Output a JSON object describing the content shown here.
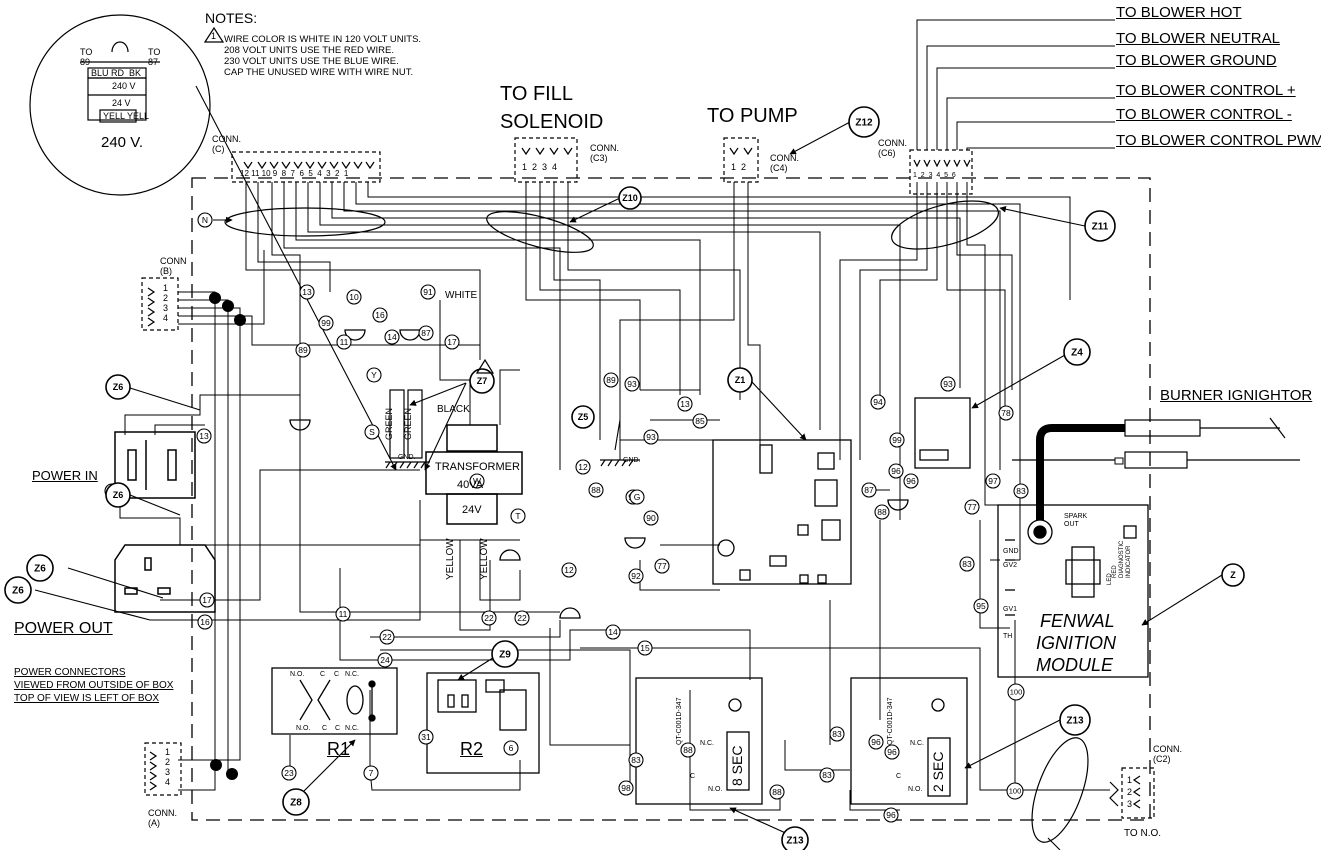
{
  "notes": {
    "heading": "NOTES:",
    "note_number": "1",
    "lines": [
      "WIRE COLOR IS WHITE IN 120 VOLT UNITS.",
      "208 VOLT UNITS USE THE RED WIRE.",
      "230 VOLT UNITS USE THE BLUE WIRE.",
      "CAP THE UNUSED WIRE WITH WIRE NUT."
    ]
  },
  "inset": {
    "label": "240 V.",
    "to_left": "TO",
    "to_left_num": "89",
    "to_right": "TO",
    "to_right_num": "87",
    "taps": "BLU RD  BK",
    "primary": "240 V",
    "secondary": "24 V",
    "yell": "YELL YELL"
  },
  "blower_labels": [
    "TO BLOWER HOT",
    "TO BLOWER NEUTRAL",
    "TO BLOWER GROUND",
    "TO BLOWER CONTROL +",
    "TO BLOWER CONTROL -",
    "TO BLOWER CONTROL PWM"
  ],
  "connectors": {
    "c_label": "CONN.\n(C)",
    "c_pins": "12 11 10 9  8  7  6  5  4  3  2  1",
    "c3_label": "CONN.\n(C3)",
    "c3_pins": "1  2  3  4",
    "c4_label": "CONN.\n(C4)",
    "c4_pins": "1  2",
    "c6_label": "CONN.\n(C6)",
    "c6_pins": "1  2  3  4  5  6",
    "b_label": "CONN\n(B)",
    "a_label": "CONN.\n(A)",
    "c2_label": "CONN.\n(C2)",
    "pins_1_4": [
      "1",
      "2",
      "3",
      "4"
    ],
    "pins_1_3": [
      "1",
      "2",
      "3"
    ]
  },
  "titles": {
    "fill_solenoid_1": "TO FILL",
    "fill_solenoid_2": "SOLENOID",
    "pump": "TO PUMP",
    "burner_ignitor": "BURNER IGNIGHTOR",
    "power_in": "POWER IN",
    "power_out": "POWER OUT",
    "power_connectors": [
      "POWER CONNECTORS",
      "VIEWED FROM OUTSIDE OF BOX",
      "TOP OF VIEW IS LEFT OF BOX"
    ],
    "to_no": "TO N.O."
  },
  "transformer": {
    "title": "TRANSFORMER",
    "rating": "40VA",
    "secondary": "24V",
    "tag": "W"
  },
  "wire_colors": {
    "white": "WHITE",
    "black": "BLACK",
    "green1": "GREEN",
    "green2": "GREEN",
    "yellow1": "YELLOW",
    "yellow2": "YELLOW",
    "gnd": "GND."
  },
  "relays": {
    "r1": "R1",
    "r2": "R2",
    "r1_no_top": "N.O.",
    "r1_c_top": "C",
    "r1_c_top2": "C",
    "r1_nc_top": "N.C.",
    "r1_no_bot": "N.O.",
    "r1_c_bot": "C",
    "r1_c_bot2": "C",
    "r1_nc_bot": "N.C."
  },
  "timers": {
    "t1_display": "8 SEC",
    "t2_display": "2 SEC",
    "nc": "N.C.",
    "no": "N.O.",
    "c": "C",
    "t1_part": "QT-C001D-347",
    "t2_part": "QT-C001D-347"
  },
  "ignition": {
    "title_1": "FENWAL",
    "title_2": "IGNITION",
    "title_3": "MODULE",
    "spark": "SPARK\nOUT",
    "gnd": "GND",
    "gv2": "GV2",
    "gv1": "GV1",
    "th": "TH",
    "led": "LED",
    "diag": "RED\nDIAGNOSTIC\nINDICATOR"
  },
  "zones": {
    "z1": "Z1",
    "z4": "Z4",
    "z5": "Z5",
    "z6": "Z6",
    "z7": "Z7",
    "z8": "Z8",
    "z9": "Z9",
    "z10": "Z10",
    "z11": "Z11",
    "z12": "Z12",
    "z13": "Z13",
    "z": "Z"
  },
  "misc_tags": {
    "n": "N",
    "y": "Y",
    "s": "S",
    "g": "G",
    "t": "T"
  },
  "wire_numbers": {
    "w6": "6",
    "w7": "7",
    "w11": "11",
    "w12": "12",
    "w13": "13",
    "w14": "14",
    "w15": "15",
    "w16": "16",
    "w17": "17",
    "w22": "22",
    "w23": "23",
    "w24": "24",
    "w31": "31",
    "w77": "77",
    "w78": "78",
    "w83": "83",
    "w85": "85",
    "w87": "87",
    "w88": "88",
    "w89": "89",
    "w90": "90",
    "w91": "91",
    "w92": "92",
    "w93": "93",
    "w94": "94",
    "w95": "95",
    "w96": "96",
    "w97": "97",
    "w98": "98",
    "w99": "99",
    "w100": "100",
    "w10": "10"
  }
}
